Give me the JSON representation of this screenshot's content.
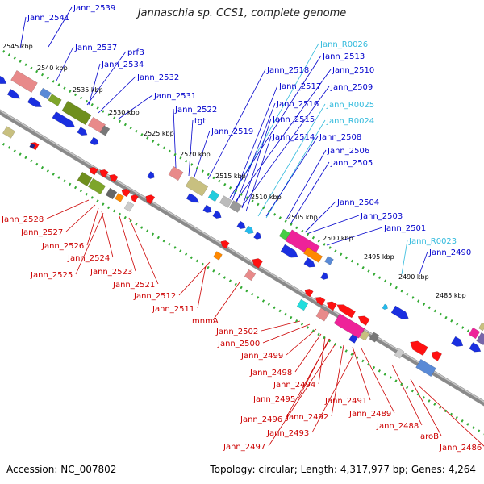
{
  "title": "Jannaschia sp. CCS1, complete genome",
  "accession": "Accession: NC_007802",
  "topology": "Topology: circular; Length: 4,317,977 bp; Genes: 4,264",
  "colors": {
    "forward_label": "#0000cc",
    "reverse_label": "#cc0000",
    "rna_label": "#33bbdd",
    "backbone": "#888888",
    "tick": "#33aa33"
  },
  "kbp_ticks": [
    "2545 kbp",
    "2540 kbp",
    "2535 kbp",
    "2530 kbp",
    "2525 kbp",
    "2520 kbp",
    "2515 kbp",
    "2510 kbp",
    "2505 kbp",
    "2500 kbp",
    "2495 kbp",
    "2490 kbp",
    "2485 kbp"
  ],
  "forward_labels": [
    "Jann_2541",
    "Jann_2539",
    "Jann_2537",
    "prfB",
    "Jann_2534",
    "Jann_2532",
    "Jann_2531",
    "Jann_2522",
    "tgt",
    "Jann_2519",
    "Jann_2518",
    "Jann_R0026",
    "Jann_2513",
    "Jann_2510",
    "Jann_2517",
    "Jann_2509",
    "Jann_2516",
    "Jann_R0025",
    "Jann_2515",
    "Jann_R0024",
    "Jann_2514",
    "Jann_2508",
    "Jann_2506",
    "Jann_2505",
    "Jann_2504",
    "Jann_2503",
    "Jann_2501",
    "Jann_R0023",
    "Jann_2490"
  ],
  "reverse_labels": [
    "Jann_2528",
    "Jann_2527",
    "Jann_2526",
    "Jann_2524",
    "Jann_2525",
    "Jann_2523",
    "Jann_2521",
    "Jann_2512",
    "Jann_2511",
    "mnmA",
    "Jann_2502",
    "Jann_2500",
    "Jann_2499",
    "Jann_2498",
    "Jann_2494",
    "Jann_2495",
    "Jann_2491",
    "Jann_2489",
    "Jann_2496",
    "Jann_2492",
    "Jann_2493",
    "Jann_2488",
    "aroB",
    "Jann_2497",
    "Jann_2486"
  ]
}
